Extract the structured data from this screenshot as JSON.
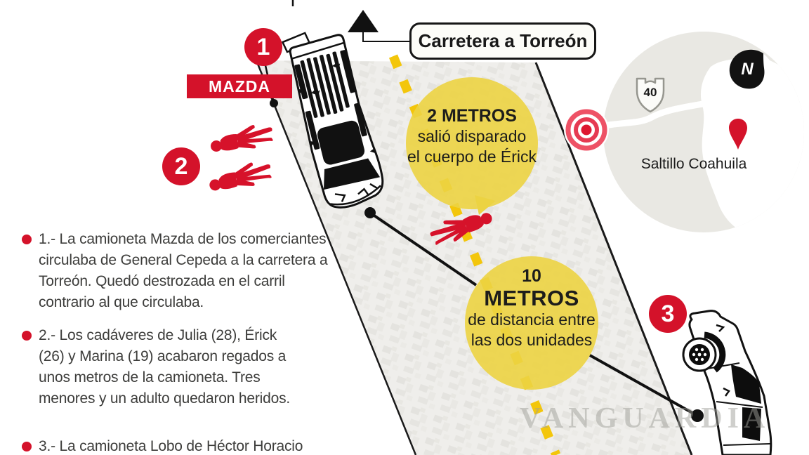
{
  "top": {
    "road_label": "Carretera a Torreón"
  },
  "vehicle_label": "MAZDA",
  "markers": {
    "m1": "1",
    "m2": "2",
    "m3": "3"
  },
  "callout_2m": {
    "title": "2 METROS",
    "line1": "salió disparado",
    "line2": "el cuerpo de Érick"
  },
  "callout_10m": {
    "value": "10",
    "unit": "METROS",
    "line1": "de distancia entre",
    "line2": "las dos unidades"
  },
  "map": {
    "highway_number": "40",
    "compass_letter": "N",
    "place": "Saltillo Coahuila"
  },
  "notes": [
    {
      "text": "1.- La camioneta Mazda de los comerciantes circulaba de General Cepeda a la carretera a Torreón. Quedó destrozada en el carril contrario al que circulaba."
    },
    {
      "text": "2.- Los cadáveres de Julia (28), Érick (26) y Marina (19) acabaron regados a unos metros de la camioneta. Tres menores y un adulto quedaron heridos."
    },
    {
      "text": "3.- La camioneta Lobo de Héctor Horacio"
    }
  ],
  "watermark": "VANGUARDIA",
  "colors": {
    "accent_red": "#d4122a",
    "circle_yellow": "#ecd343",
    "dash_yellow": "#f3c60b",
    "road_gray": "#efeeeb",
    "map_gray": "#e9e8e3"
  }
}
